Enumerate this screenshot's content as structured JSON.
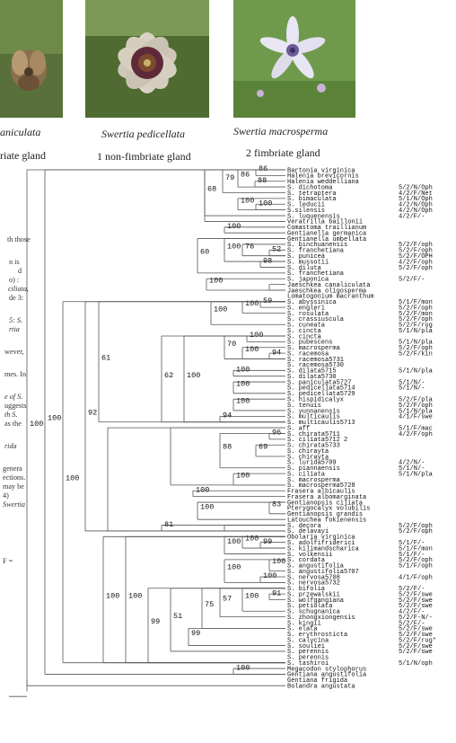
{
  "photos": [
    {
      "caption": "aniculata",
      "colors": {
        "bg": "#556b2f",
        "flower": "#8a6f4d"
      }
    },
    {
      "caption": "Swertia pedicellata",
      "colors": {
        "bg": "#5b7a3a",
        "flower": "#d9d2c5"
      }
    },
    {
      "caption": "Swertia macrosperma",
      "colors": {
        "bg": "#6f9a4c",
        "flower": "#e8e6f2"
      }
    }
  ],
  "glands": [
    "riate gland",
    "1 non-fimbriate gland",
    "2 fimbriate gland"
  ],
  "left_text": [
    "th those",
    "",
    "n  is",
    "d",
    "o) :",
    "ciliata,",
    "de 3:",
    "",
    "5: S.",
    "rtia",
    "",
    "wever,",
    "",
    "mes. In",
    "",
    "e of S.",
    "uggests",
    "th S.",
    "as the",
    "",
    "rida",
    "",
    "genera",
    "ections.",
    "may be",
    "4)",
    "Swertia",
    "",
    "",
    "F ="
  ],
  "taxa": [
    {
      "name": "Bartonia virginica",
      "code": ""
    },
    {
      "name": "Halenia brevicornis",
      "code": ""
    },
    {
      "name": "Halenia weddelliana",
      "code": ""
    },
    {
      "name": "S. dichotoma",
      "code": "5/2/N/Oph"
    },
    {
      "name": "S. tetraptera",
      "code": "4/2/F/Net"
    },
    {
      "name": "S. bimaculata",
      "code": "5/1/N/Oph"
    },
    {
      "name": "S. leducii",
      "code": "4/2/N/Oph"
    },
    {
      "name": "S.silensis",
      "code": "4/2/N/Oph"
    },
    {
      "name": "S. luquenensis",
      "code": "4/2/F/-"
    },
    {
      "name": "Veratrilla baillonii",
      "code": ""
    },
    {
      "name": "Comastoma traillianum",
      "code": ""
    },
    {
      "name": "Gentianella germanica",
      "code": ""
    },
    {
      "name": "Gentianella umbellata",
      "code": ""
    },
    {
      "name": "S. binchuanensis",
      "code": "5/2/F/oph"
    },
    {
      "name": "S. franchetiana",
      "code": "5/2/F/oph"
    },
    {
      "name": "S. punicea",
      "code": "5/2/F/OPH"
    },
    {
      "name": "S. mussotii",
      "code": "4/2/F/oph"
    },
    {
      "name": "S. diluta",
      "code": "5/2/F/oph"
    },
    {
      "name": "S. franchetiana",
      "code": ""
    },
    {
      "name": "S. japonica",
      "code": "5/2/F/-"
    },
    {
      "name": "Jaeschkea canaliculata",
      "code": ""
    },
    {
      "name": "Jaeschkea oligosperma",
      "code": ""
    },
    {
      "name": "Lomatogonium macranthum",
      "code": ""
    },
    {
      "name": "S. abyssinica",
      "code": "5/1/F/mon"
    },
    {
      "name": "S. engleri",
      "code": "5/2/F/oph"
    },
    {
      "name": "S. rosulata",
      "code": "5/2/F/mon"
    },
    {
      "name": "S. crassiuscula",
      "code": "5/2/F/oph"
    },
    {
      "name": "S. cuneata",
      "code": "5/2/F/rug"
    },
    {
      "name": "S. cincta",
      "code": "5/1/N/pla"
    },
    {
      "name": "S. cincta",
      "code": ""
    },
    {
      "name": "S. pubescens",
      "code": "5/1/N/pla"
    },
    {
      "name": "S. macrosperma",
      "code": "5/2/F/oph"
    },
    {
      "name": "S. racemosa",
      "code": "5/2/F/kin"
    },
    {
      "name": "S. racemosa5731",
      "code": ""
    },
    {
      "name": "S. racemosa5730",
      "code": ""
    },
    {
      "name": "S. dilata5715",
      "code": "5/1/N/pla"
    },
    {
      "name": "S. dilata5730",
      "code": ""
    },
    {
      "name": "S. paniculata5727",
      "code": "5/1/N/-"
    },
    {
      "name": "S. pedicellata5714",
      "code": "5/1/N/-"
    },
    {
      "name": "S. pedicellata5729",
      "code": ""
    },
    {
      "name": "S. hispidicalyx",
      "code": "5/2/F/pla"
    },
    {
      "name": "S. tenuis",
      "code": "5/2/F/oph"
    },
    {
      "name": "S. yunnanensis",
      "code": "5/1/N/pla"
    },
    {
      "name": "S. multicaulis",
      "code": "4/1/F/swe"
    },
    {
      "name": "S. multicaulis5713",
      "code": ""
    },
    {
      "name": "S. aff",
      "code": "5/1/F/mac"
    },
    {
      "name": "S. chirata5711",
      "code": "4/2/F/oph"
    },
    {
      "name": "S. ciliata5712 2",
      "code": ""
    },
    {
      "name": "S. chirata5733",
      "code": ""
    },
    {
      "name": "S. chirayta",
      "code": ""
    },
    {
      "name": "S. chirayta",
      "code": ""
    },
    {
      "name": "S. lurida5709",
      "code": "4/2/N/-"
    },
    {
      "name": "S. piannaensis",
      "code": "5/1/N/-"
    },
    {
      "name": "S. ciliata",
      "code": "5/1/N/pla"
    },
    {
      "name": "S. macrosperma",
      "code": ""
    },
    {
      "name": "S. macrosperma5728",
      "code": ""
    },
    {
      "name": "Frasera albicaulis",
      "code": ""
    },
    {
      "name": "Frasera albomarginata",
      "code": ""
    },
    {
      "name": "Gentianopsis ciliata",
      "code": ""
    },
    {
      "name": "Pterygocalyx volubilis",
      "code": ""
    },
    {
      "name": "Gentianopsis grandis",
      "code": ""
    },
    {
      "name": "Latouchea fokienensis",
      "code": ""
    },
    {
      "name": "S. decora",
      "code": "5/2/F/oph"
    },
    {
      "name": "S. delavayi",
      "code": "5/2/F/oph"
    },
    {
      "name": "Obolaria virginica",
      "code": ""
    },
    {
      "name": "S. adolfifriderici",
      "code": "5/1/F/-"
    },
    {
      "name": "S. kilimandscharica",
      "code": "5/1/F/mon"
    },
    {
      "name": "S. volkensii",
      "code": "5/1/F/-"
    },
    {
      "name": "S. cordata",
      "code": "5/2/F/oph"
    },
    {
      "name": "S. angustifolia",
      "code": "5/1/F/oph"
    },
    {
      "name": "S. angustifolia5707",
      "code": ""
    },
    {
      "name": "S. nervosa5708",
      "code": "4/1/F/oph"
    },
    {
      "name": "S. nervosa5732",
      "code": ""
    },
    {
      "name": "S. bifolia",
      "code": "5/2/F/-"
    },
    {
      "name": "S. przewalskii",
      "code": "5/2/F/swe"
    },
    {
      "name": "S. wolfgangiana",
      "code": "5/2/F/swe"
    },
    {
      "name": "S. petiolata",
      "code": "5/2/F/swe"
    },
    {
      "name": "S. schugnanica",
      "code": "4/2/F/-"
    },
    {
      "name": "S. zhongxiongensis",
      "code": "5/2/F-N/-"
    },
    {
      "name": "S. kingii",
      "code": "5/2/F/-"
    },
    {
      "name": "S. elata",
      "code": "5/2/F/swe"
    },
    {
      "name": "S. erythrosticta",
      "code": "5/2/F/swe"
    },
    {
      "name": "S. calycina",
      "code": "5/2/F/rug*"
    },
    {
      "name": "S. souliei",
      "code": "5/2/F/swe"
    },
    {
      "name": "S. perennis",
      "code": "5/2/F/swe"
    },
    {
      "name": "S. perennis",
      "code": ""
    },
    {
      "name": "S. tashiroi",
      "code": "5/1/N/oph"
    },
    {
      "name": "Megacodon stylophorus",
      "code": ""
    },
    {
      "name": "Gentiana angustifolia",
      "code": ""
    },
    {
      "name": "Gentiana frigida",
      "code": ""
    },
    {
      "name": "Bolandra angustata",
      "code": ""
    }
  ]
}
